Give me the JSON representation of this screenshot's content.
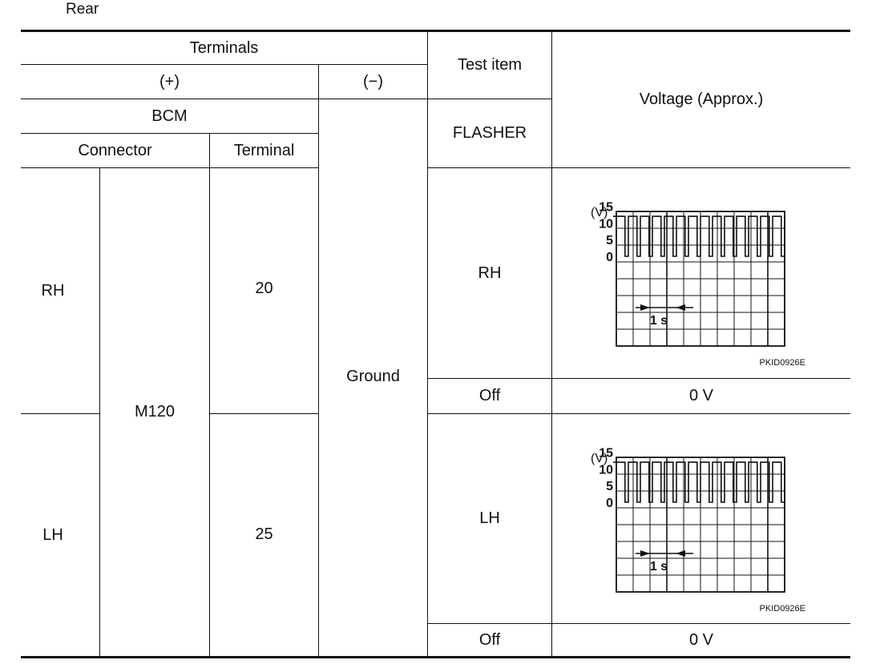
{
  "caption": "Rear",
  "header": {
    "terminals": "Terminals",
    "plus": "(+)",
    "minus": "(−)",
    "bcm": "BCM",
    "connector": "Connector",
    "terminal": "Terminal",
    "test_item": "Test item",
    "flasher": "FLASHER",
    "voltage": "Voltage (Approx.)"
  },
  "connector_value": "M120",
  "ground": "Ground",
  "rows": [
    {
      "side": "RH",
      "terminal": "20",
      "test_on": "RH",
      "test_off": "Off",
      "voltage_off": "0 V",
      "waveform": {
        "unit_label": "(V)",
        "y_ticks": [
          "15",
          "10",
          "5",
          "0"
        ],
        "pulse_high_v": 12,
        "pulse_low_v": 0,
        "pulse_count": 14,
        "time_label": "1 s",
        "code": "PKID0926E"
      }
    },
    {
      "side": "LH",
      "terminal": "25",
      "test_on": "LH",
      "test_off": "Off",
      "voltage_off": "0 V",
      "waveform": {
        "unit_label": "(V)",
        "y_ticks": [
          "15",
          "10",
          "5",
          "0"
        ],
        "pulse_high_v": 12,
        "pulse_low_v": 0,
        "pulse_count": 14,
        "time_label": "1 s",
        "code": "PKID0926E"
      }
    }
  ]
}
